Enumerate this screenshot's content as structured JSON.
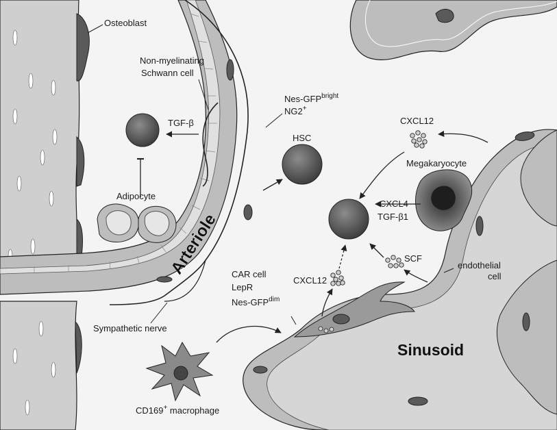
{
  "labels": {
    "osteoblast": "Osteoblast",
    "schwann_1": "Non-myelinating",
    "schwann_2": "Schwann cell",
    "nes_bright_base": "Nes-GFP",
    "nes_bright_sup": "bright",
    "ng2_base": "NG2",
    "ng2_sup": "+",
    "tgfb": "TGF-β",
    "hsc": "HSC",
    "cxcl12_top": "CXCL12",
    "megakaryocyte": "Megakaryocyte",
    "adipocyte": "Adipocyte",
    "cxcl4": "CXCL4",
    "tgfb1": "TGF-β1",
    "arteriole": "Arteriole",
    "scf": "SCF",
    "car_cell": "CAR cell",
    "lepr": "LepR",
    "nes_dim_base": "Nes-GFP",
    "nes_dim_sup": "dim",
    "endothelial_1": "endothelial",
    "endothelial_2": "cell",
    "cxcl12_bottom": "CXCL12",
    "sympathetic_nerve": "Sympathetic nerve",
    "sinusoid": "Sinusoid",
    "macrophage_base": "CD169",
    "macrophage_sup": "+",
    "macrophage_rest": " macrophage"
  },
  "colors": {
    "background": "#f4f4f4",
    "bone": "#cfcfcf",
    "vessel_wall": "#bdbdbd",
    "lumen": "#d6d6d6",
    "cell_dark": "#555555",
    "cell_mid": "#8a8a8a",
    "outline": "#222222"
  }
}
